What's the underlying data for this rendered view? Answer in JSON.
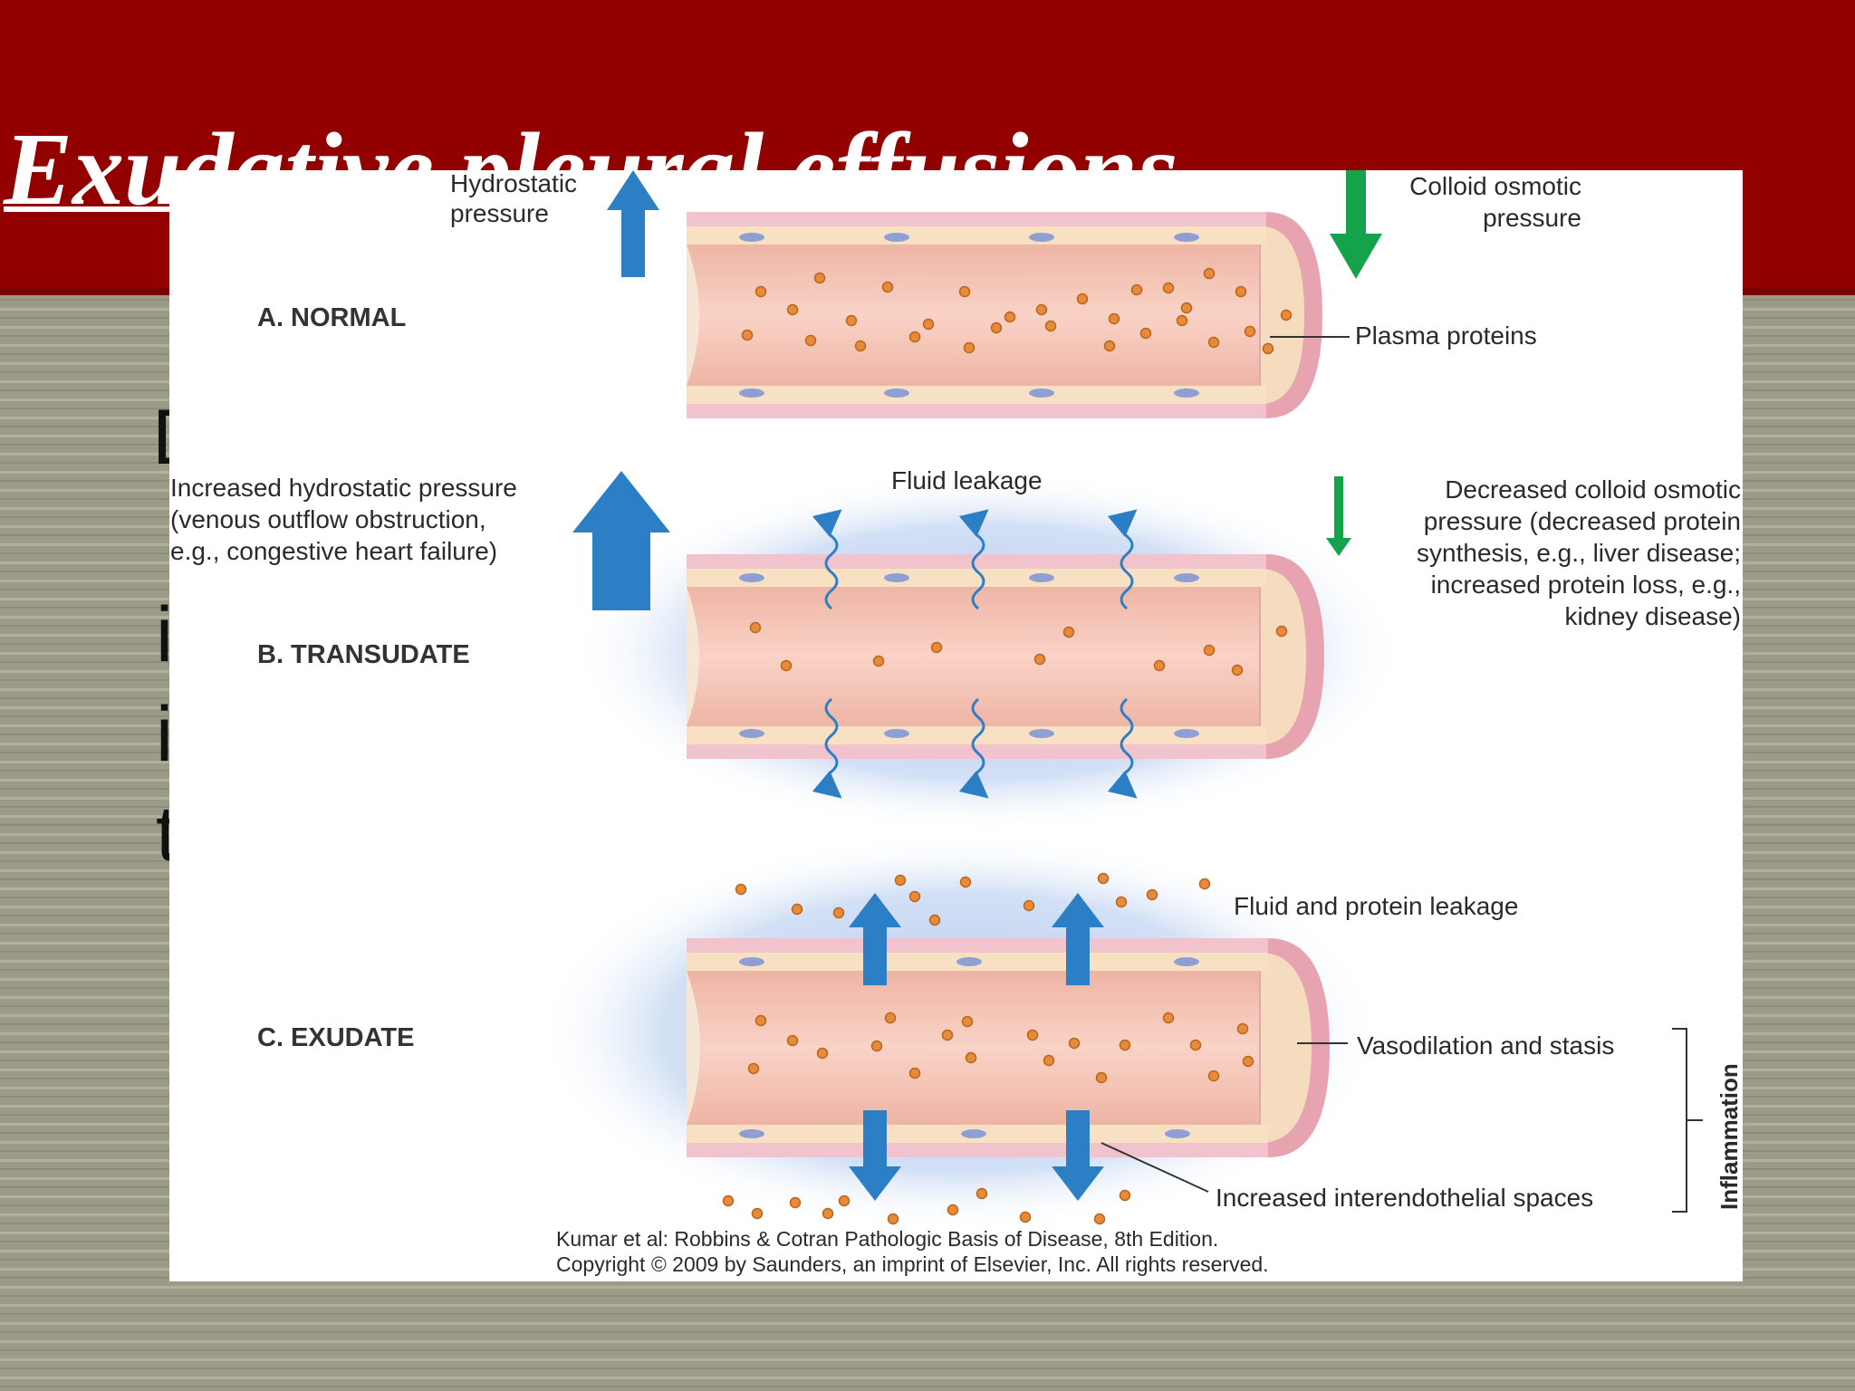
{
  "slide": {
    "title": "Exudative pleural effusions",
    "body_fragments": [
      "D",
      "i",
      "i",
      "t"
    ],
    "colors": {
      "title_bar": "#930000",
      "background": "#9a9a86",
      "vessel_lumen": "#f2b7a6",
      "protein": "#e88a3a",
      "arrow_blue": "#2c7fc4",
      "arrow_green": "#14a24a"
    }
  },
  "figure": {
    "normal": {
      "panel_label": "A. NORMAL",
      "hydrostatic_label": [
        "Hydrostatic",
        "pressure"
      ],
      "colloid_label": [
        "Colloid osmotic",
        "pressure"
      ],
      "plasma_label": "Plasma proteins"
    },
    "transudate": {
      "panel_label": "B. TRANSUDATE",
      "fluid_label": "Fluid leakage",
      "hydro_label": [
        "Increased hydrostatic pressure",
        "(venous outflow obstruction,",
        "e.g., congestive heart failure)"
      ],
      "colloid_label": [
        "Decreased colloid osmotic",
        "pressure (decreased protein",
        "synthesis, e.g., liver disease;",
        "increased protein loss, e.g.,",
        "kidney disease)"
      ]
    },
    "exudate": {
      "panel_label": "C. EXUDATE",
      "leak_label": "Fluid and protein leakage",
      "vaso_label": "Vasodilation and stasis",
      "spaces_label": "Increased interendothelial spaces",
      "inflammation_label": "Inflammation"
    },
    "credit": [
      "Kumar et al: Robbins & Cotran Pathologic Basis of Disease, 8th Edition.",
      "Copyright © 2009 by Saunders, an imprint of Elsevier, Inc. All rights reserved."
    ]
  }
}
